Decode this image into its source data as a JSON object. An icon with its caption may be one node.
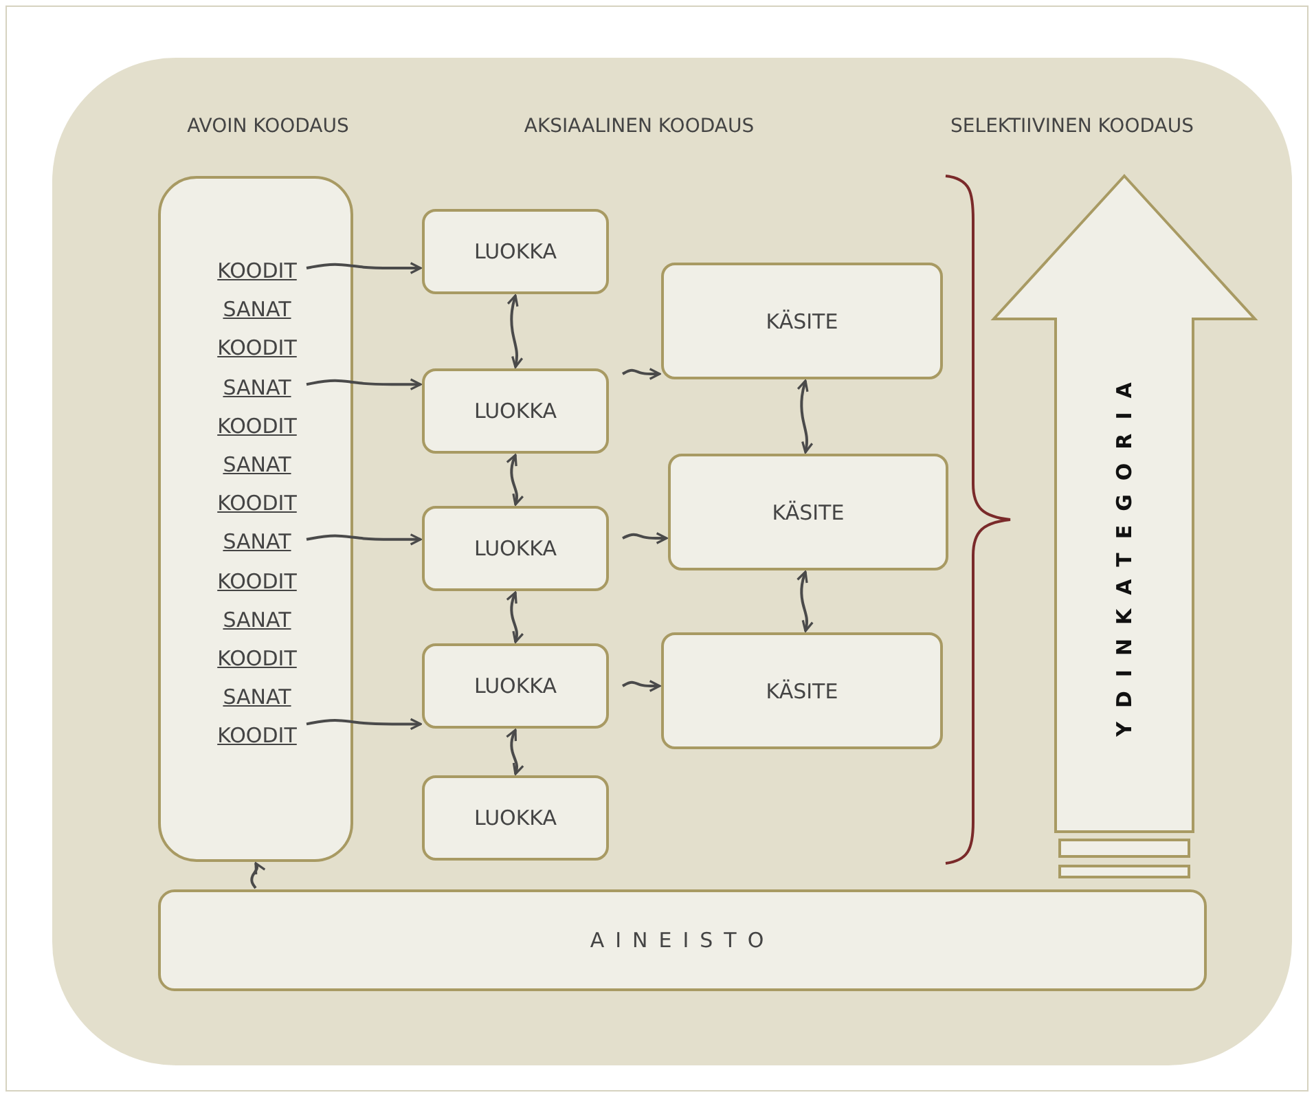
{
  "diagram": {
    "nodes": [
      {
        "text": [],
        "shape": "box"
      },
      {
        "text": [
          "KOODIT"
        ],
        "in": 0
      },
      {
        "text": [
          "SANAT"
        ],
        "in": 0
      },
      {
        "text": [
          "KOODIT"
        ],
        "in": 0
      },
      {
        "text": [
          "SANAT"
        ],
        "in": 0
      },
      {
        "text": [
          "KOODIT"
        ],
        "in": 0
      },
      {
        "text": [
          "SANAT"
        ],
        "in": 0
      },
      {
        "text": [
          "KOODIT"
        ],
        "in": 0
      },
      {
        "text": [
          "SANAT"
        ],
        "in": 0
      },
      {
        "text": [
          "KOODIT"
        ],
        "in": 0
      },
      {
        "text": [
          "SANAT"
        ],
        "in": 0
      },
      {
        "text": [
          "KOODIT"
        ],
        "in": 0
      },
      {
        "text": [
          "SANAT"
        ],
        "in": 0
      },
      {
        "text": [
          "KOODIT"
        ],
        "in": 0
      },
      {
        "text": [
          "LUOKKA"
        ]
      },
      {
        "text": [
          "LUOKKA"
        ]
      },
      {
        "text": [
          "LUOKKA"
        ]
      },
      {
        "text": [
          "LUOKKA"
        ]
      },
      {
        "text": [
          "LUOKKA"
        ]
      },
      {
        "text": [
          "KÄSITE"
        ]
      },
      {
        "text": [
          "KÄSITE"
        ]
      },
      {
        "text": [
          "KÄSITE"
        ]
      },
      {
        "text": [
          "YDINKATEGORIA"
        ]
      },
      {
        "text": [
          "AINEISTO"
        ]
      }
    ],
    "edges": [
      {
        "from": 1,
        "to": 14,
        "arrow": "to"
      },
      {
        "from": 4,
        "to": 15,
        "arrow": "to"
      },
      {
        "from": 8,
        "to": 16,
        "arrow": "to"
      },
      {
        "from": 13,
        "to": 17,
        "arrow": "to"
      },
      {
        "from": 14,
        "to": 15,
        "arrow": "both"
      },
      {
        "from": 15,
        "to": 16,
        "arrow": "both"
      },
      {
        "from": 16,
        "to": 17,
        "arrow": "both"
      },
      {
        "from": 17,
        "to": 18,
        "arrow": "both"
      },
      {
        "from": 15,
        "to": 19,
        "arrow": "to"
      },
      {
        "from": 16,
        "to": 20,
        "arrow": "to"
      },
      {
        "from": 17,
        "to": 21,
        "arrow": "to"
      },
      {
        "from": 19,
        "to": 20,
        "arrow": "both"
      },
      {
        "from": 20,
        "to": 21,
        "arrow": "both"
      },
      {
        "from": 23,
        "to": 0,
        "arrow": "to"
      }
    ],
    "labels": [
      "AVOIN KOODAUS",
      "AKSIAALINEN KOODAUS",
      "SELEKTIIVINEN KOODAUS"
    ]
  }
}
